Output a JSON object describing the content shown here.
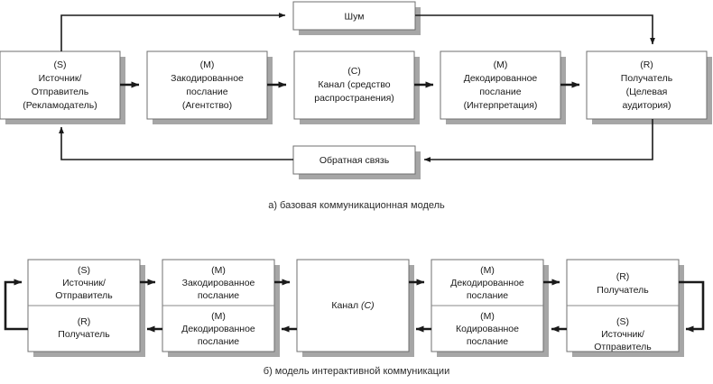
{
  "figure": {
    "title_a": "а) базовая коммуникационная модель",
    "title_b": "б) модель интерактивной коммуникации"
  },
  "diagram_a": {
    "name": "basic-communication-model",
    "noise_box": {
      "label": "Шум"
    },
    "feedback_box": {
      "label": "Обратная связь"
    },
    "chain": [
      {
        "tag": "(S)",
        "line1": "Источник/",
        "line2": "Отправитель",
        "line3": "(Рекламодатель)"
      },
      {
        "tag": "(M)",
        "line1": "Закодированное",
        "line2": "послание",
        "line3": "(Агентство)"
      },
      {
        "tag": "(C)",
        "line1": "Канал (средство",
        "line2": "распространения)",
        "line3": ""
      },
      {
        "tag": "(M)",
        "line1": "Декодированное",
        "line2": "послание",
        "line3": "(Интерпретация)"
      },
      {
        "tag": "(R)",
        "line1": "Получатель",
        "line2": "(Целевая",
        "line3": "аудитория)"
      }
    ]
  },
  "diagram_b": {
    "name": "interactive-communication-model",
    "columns": [
      {
        "top": {
          "tag": "(S)",
          "line1": "Источник/",
          "line2": "Отправитель"
        },
        "bottom": {
          "tag": "(R)",
          "line1": "Получатель",
          "line2": ""
        }
      },
      {
        "top": {
          "tag": "(M)",
          "line1": "Закодированное",
          "line2": "послание"
        },
        "bottom": {
          "tag": "(M)",
          "line1": "Декодированное",
          "line2": "послание"
        }
      },
      {
        "single": {
          "tag": "(C)",
          "prefix": "Канал "
        }
      },
      {
        "top": {
          "tag": "(M)",
          "line1": "Декодированное",
          "line2": "послание"
        },
        "bottom": {
          "tag": "(M)",
          "line1": "Кодированное",
          "line2": "послание"
        }
      },
      {
        "top": {
          "tag": "(R)",
          "line1": "Получатель",
          "line2": ""
        },
        "bottom": {
          "tag": "(S)",
          "line1": "Источник/",
          "line2": "Отправитель"
        }
      }
    ]
  },
  "colors": {
    "box_border": "#6f6f6f",
    "box_fill": "#ffffff",
    "shadow": "#a6a6a6",
    "line": "#1a1a1a",
    "text": "#1a1a1a"
  }
}
